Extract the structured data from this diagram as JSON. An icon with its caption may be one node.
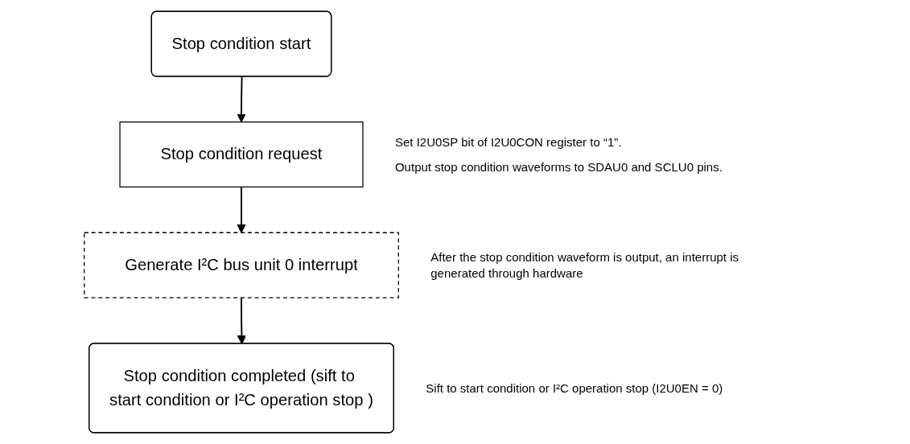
{
  "diagram": {
    "nodes": [
      {
        "text": [
          "Stop condition start"
        ]
      },
      {
        "text": [
          "Stop condition request"
        ],
        "beside": [
          "Set I2U0SP bit of I2U0CON register to “1”.",
          "Output stop condition waveforms to SDAU0 and SCLU0 pins."
        ]
      },
      {
        "text": [
          "Generate I²C bus unit 0 interrupt"
        ],
        "beside": [
          "After the stop condition waveform is output, an interrupt is generated through hardware"
        ]
      },
      {
        "text": [
          "Stop condition completed (sift to start condition or I²C operation stop )"
        ],
        "beside": [
          "Sift to start condition or I²C operation stop (I2U0EN = 0)"
        ]
      }
    ],
    "edges": [
      {
        "from": 0,
        "to": 1,
        "arrow": "to"
      },
      {
        "from": 1,
        "to": 2,
        "arrow": "to"
      },
      {
        "from": 2,
        "to": 3,
        "arrow": "to"
      }
    ]
  }
}
